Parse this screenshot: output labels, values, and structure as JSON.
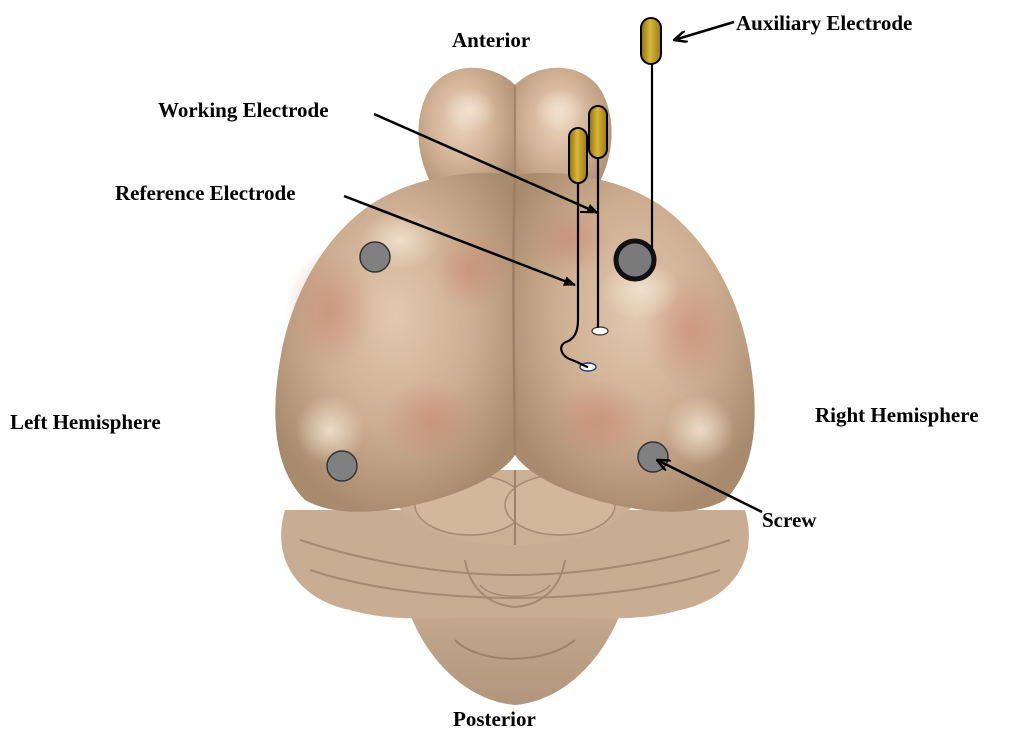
{
  "labels": {
    "anterior": "Anterior",
    "posterior": "Posterior",
    "left_hemisphere": "Left Hemisphere",
    "right_hemisphere": "Right Hemisphere",
    "auxiliary_electrode": "Auxiliary Electrode",
    "working_electrode": "Working Electrode",
    "reference_electrode": "Reference Electrode",
    "screw": "Screw"
  },
  "colors": {
    "brain_base": "#c9ab8e",
    "brain_highlight": "#e7d2b9",
    "brain_pink": "#c98c7a",
    "brain_shadow": "#9c7f63",
    "electrode_gold": "#c5a21f",
    "screw_gray": "#808080",
    "ink": "#000000"
  }
}
